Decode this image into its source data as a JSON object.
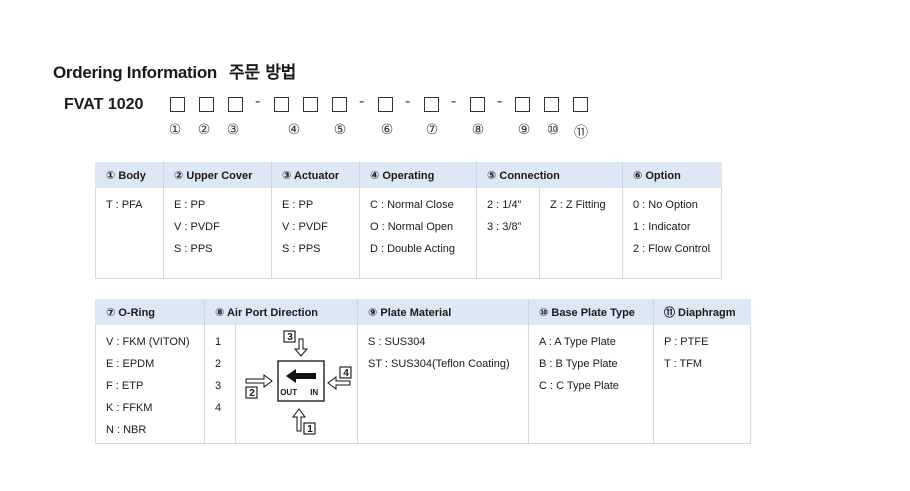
{
  "title": {
    "en": "Ordering Information",
    "ko": "주문 방법"
  },
  "model": "FVAT 1020",
  "separator": "-",
  "positions": [
    "①",
    "②",
    "③",
    "④",
    "⑤",
    "⑥",
    "⑦",
    "⑧",
    "⑨",
    "⑩",
    "⑪"
  ],
  "table1": {
    "headers": [
      "① Body",
      "② Upper Cover",
      "③ Actuator",
      "④ Operating",
      "⑤ Connection",
      "⑥ Option"
    ],
    "body": [
      "T : PFA"
    ],
    "upper_cover": [
      "E : PP",
      "V : PVDF",
      "S : PPS"
    ],
    "actuator": [
      "E : PP",
      "V : PVDF",
      "S : PPS"
    ],
    "operating": [
      "C : Normal Close",
      "O : Normal Open",
      "D : Double Acting"
    ],
    "connection_a": [
      "2 : 1/4”",
      "3 : 3/8”"
    ],
    "connection_b": [
      "Z : Z Fitting"
    ],
    "option": [
      "0 : No Option",
      "1 : Indicator",
      "2 : Flow Control"
    ]
  },
  "table2": {
    "headers": [
      "⑦ O-Ring",
      "⑧ Air Port Direction",
      "⑨ Plate Material",
      "⑩ Base Plate Type",
      "⑪ Diaphragm"
    ],
    "oring": [
      "V : FKM (VITON)",
      "E : EPDM",
      "F : ETP",
      "K : FFKM",
      "N : NBR"
    ],
    "air_port": [
      "1",
      "2",
      "3",
      "4"
    ],
    "diagram": {
      "label_out": "OUT",
      "label_in": "IN",
      "p1": "1",
      "p2": "2",
      "p3": "3",
      "p4": "4"
    },
    "plate_material": [
      "S : SUS304",
      "ST : SUS304(Teflon Coating)"
    ],
    "base_plate": [
      "A : A Type Plate",
      "B : B Type Plate",
      "C : C Type Plate"
    ],
    "diaphragm": [
      "P : PTFE",
      "T : TFM"
    ]
  }
}
